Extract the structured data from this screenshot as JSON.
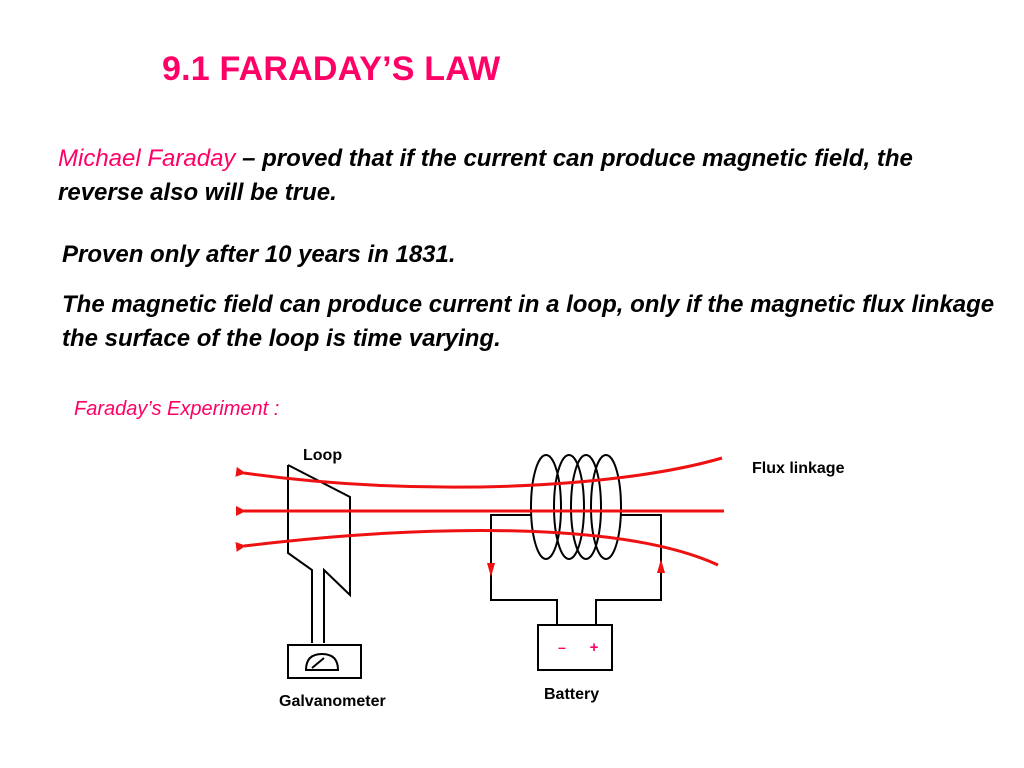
{
  "slide": {
    "title": "9.1 FARADAY’S LAW",
    "intro_name": "Michael Faraday",
    "intro_rest": " – proved that if the current can produce magnetic field, the reverse also will be true.",
    "proven": "Proven only after 10 years in 1831.",
    "statement": "The magnetic field can produce current in a loop, only if the magnetic flux linkage the surface of the loop is time varying.",
    "experiment_label": "Faraday’s Experiment :"
  },
  "diagram": {
    "loop_label": "Loop",
    "flux_label": "Flux linkage",
    "galvanometer_label": "Galvanometer",
    "battery_label": "Battery",
    "minus_sign": "–",
    "plus_sign": "+",
    "coil_turns": 4
  },
  "colors": {
    "accent": "#ff0066",
    "flux_line": "#ee1111",
    "wire": "#000000"
  },
  "icons": {
    "arrow": "arrowhead-icon",
    "meter": "galvanometer-dial-icon"
  }
}
